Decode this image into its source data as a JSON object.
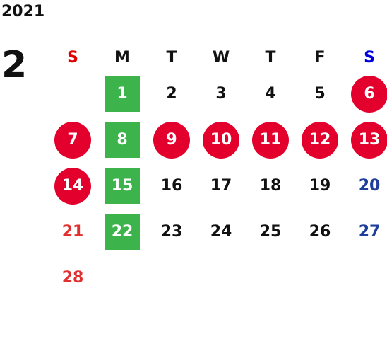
{
  "year": "2021",
  "month": "2",
  "weekdays": [
    {
      "label": "S",
      "color": "#e00000"
    },
    {
      "label": "M",
      "color": "#111111"
    },
    {
      "label": "T",
      "color": "#111111"
    },
    {
      "label": "W",
      "color": "#111111"
    },
    {
      "label": "T",
      "color": "#111111"
    },
    {
      "label": "F",
      "color": "#111111"
    },
    {
      "label": "S",
      "color": "#0000dd"
    }
  ],
  "days": [
    {
      "day": "",
      "style": "blank"
    },
    {
      "day": "1",
      "style": "square"
    },
    {
      "day": "2",
      "style": "plain",
      "color": "#111111"
    },
    {
      "day": "3",
      "style": "plain",
      "color": "#111111"
    },
    {
      "day": "4",
      "style": "plain",
      "color": "#111111"
    },
    {
      "day": "5",
      "style": "plain",
      "color": "#111111"
    },
    {
      "day": "6",
      "style": "circle"
    },
    {
      "day": "7",
      "style": "circle"
    },
    {
      "day": "8",
      "style": "square"
    },
    {
      "day": "9",
      "style": "circle"
    },
    {
      "day": "10",
      "style": "circle"
    },
    {
      "day": "11",
      "style": "circle"
    },
    {
      "day": "12",
      "style": "circle"
    },
    {
      "day": "13",
      "style": "circle"
    },
    {
      "day": "14",
      "style": "circle"
    },
    {
      "day": "15",
      "style": "square"
    },
    {
      "day": "16",
      "style": "plain",
      "color": "#111111"
    },
    {
      "day": "17",
      "style": "plain",
      "color": "#111111"
    },
    {
      "day": "18",
      "style": "plain",
      "color": "#111111"
    },
    {
      "day": "19",
      "style": "plain",
      "color": "#111111"
    },
    {
      "day": "20",
      "style": "plain",
      "color": "#1f3f9a"
    },
    {
      "day": "21",
      "style": "plain",
      "color": "#e03030"
    },
    {
      "day": "22",
      "style": "square"
    },
    {
      "day": "23",
      "style": "plain",
      "color": "#111111"
    },
    {
      "day": "24",
      "style": "plain",
      "color": "#111111"
    },
    {
      "day": "25",
      "style": "plain",
      "color": "#111111"
    },
    {
      "day": "26",
      "style": "plain",
      "color": "#111111"
    },
    {
      "day": "27",
      "style": "plain",
      "color": "#1f3f9a"
    },
    {
      "day": "28",
      "style": "plain",
      "color": "#e03030"
    }
  ]
}
